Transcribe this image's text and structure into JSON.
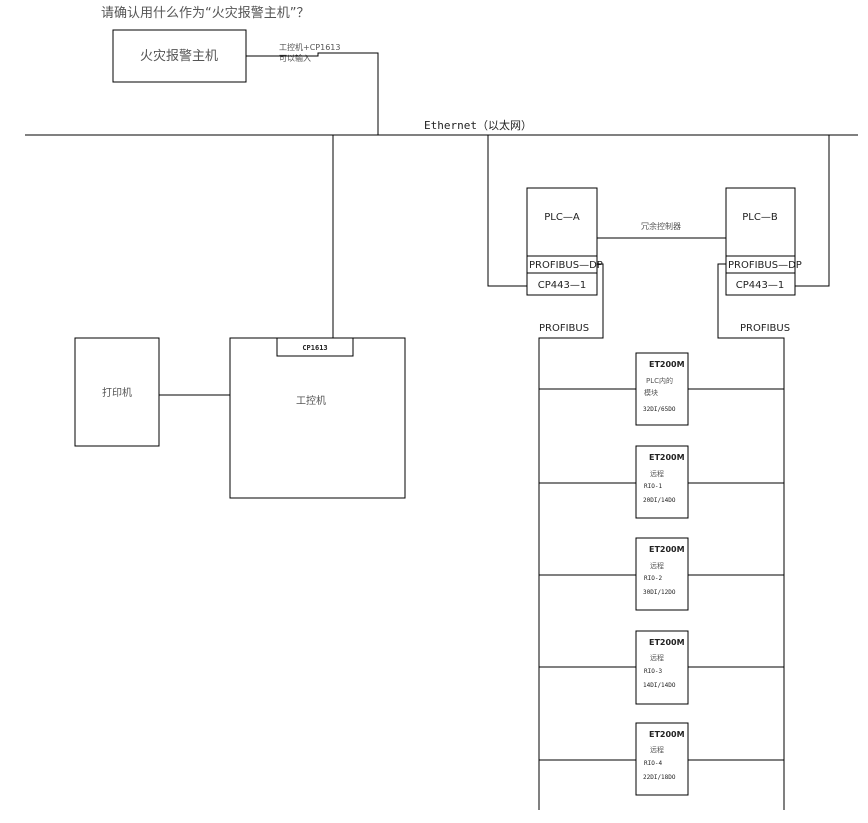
{
  "question": "请确认用什么作为“火灾报警主机”？",
  "fire_alarm_host": "火灾报警主机",
  "ipc_note": {
    "line1": "工控机+CP1613",
    "line2": "可以输入"
  },
  "ethernet_label": "Ethernet（以太网）",
  "plc_a": {
    "title": "PLC—A",
    "dp": "PROFIBUS—DP",
    "cp": "CP443—1"
  },
  "plc_b": {
    "title": "PLC—B",
    "dp": "PROFIBUS—DP",
    "cp": "CP443—1"
  },
  "redundant_label": "冗余控制器",
  "profibus_left": "PROFIBUS",
  "profibus_right": "PROFIBUS",
  "printer_label": "打印机",
  "ipc": {
    "card": "CP1613",
    "label": "工控机"
  },
  "et200m": [
    {
      "title": "ET200M",
      "l2": "PLC内的",
      "l3": "模块",
      "l4": "32DI/65DO"
    },
    {
      "title": "ET200M",
      "l2": "远程",
      "l3": "RIO-1",
      "l4": "20DI/14DO"
    },
    {
      "title": "ET200M",
      "l2": "远程",
      "l3": "RIO-2",
      "l4": "30DI/12DO"
    },
    {
      "title": "ET200M",
      "l2": "远程",
      "l3": "RIO-3",
      "l4": "14DI/14DO"
    },
    {
      "title": "ET200M",
      "l2": "远程",
      "l3": "RIO-4",
      "l4": "22DI/18DO"
    }
  ]
}
